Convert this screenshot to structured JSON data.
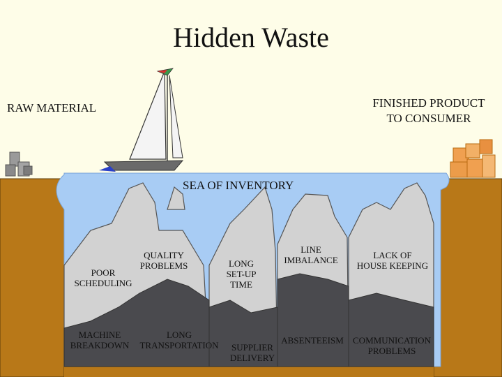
{
  "title": "Hidden Waste",
  "start_label": "RAW MATERIAL",
  "end_label": [
    "FINISHED PRODUCT",
    "TO CONSUMER"
  ],
  "sea_label": "SEA OF INVENTORY",
  "problems": [
    [
      "POOR",
      "SCHEDULING"
    ],
    [
      "QUALITY",
      "PROBLEMS"
    ],
    [
      "LONG",
      "SET-UP",
      "TIME"
    ],
    [
      "LINE",
      "IMBALANCE"
    ],
    [
      "LACK OF",
      "HOUSE KEEPING"
    ],
    [
      "MACHINE",
      "BREAKDOWN"
    ],
    [
      "LONG",
      "TRANSPORTATION"
    ],
    [
      "SUPPLIER",
      "DELIVERY"
    ],
    [
      "ABSENTEEISM"
    ],
    [
      "COMMUNICATION",
      "PROBLEMS"
    ]
  ],
  "colors": {
    "background": "#fefde8",
    "ground": "#b87818",
    "sea": "#a8ccf4",
    "rock_light": "#d2d2d2",
    "rock_dark": "#4a4a4e",
    "boxes": "#f0a050"
  }
}
